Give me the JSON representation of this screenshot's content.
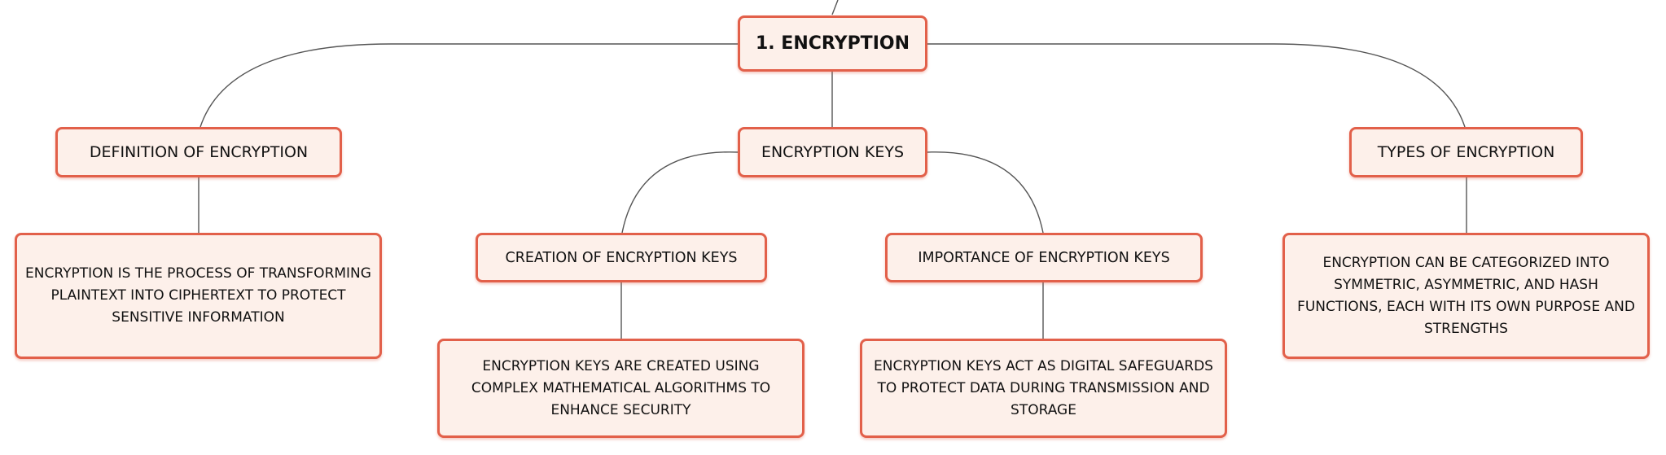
{
  "diagram": {
    "root": {
      "label": "1. ENCRYPTION"
    },
    "branches": [
      {
        "label": "DEFINITION OF ENCRYPTION",
        "detail": "ENCRYPTION IS THE PROCESS OF TRANSFORMING PLAINTEXT INTO CIPHERTEXT TO PROTECT SENSITIVE INFORMATION"
      },
      {
        "label": "ENCRYPTION KEYS",
        "children": [
          {
            "label": "CREATION OF ENCRYPTION KEYS",
            "detail": "ENCRYPTION KEYS ARE CREATED USING COMPLEX MATHEMATICAL ALGORITHMS TO ENHANCE SECURITY"
          },
          {
            "label": "IMPORTANCE OF ENCRYPTION KEYS",
            "detail": "ENCRYPTION KEYS ACT AS DIGITAL SAFEGUARDS TO PROTECT DATA DURING TRANSMISSION AND STORAGE"
          }
        ]
      },
      {
        "label": "TYPES OF ENCRYPTION",
        "detail": "ENCRYPTION CAN BE CATEGORIZED INTO SYMMETRIC, ASYMMETRIC, AND HASH FUNCTIONS, EACH WITH ITS OWN PURPOSE AND STRENGTHS"
      }
    ]
  },
  "colors": {
    "node_border": "#e2604a",
    "node_fill": "#fdf0ea",
    "connector": "#555555"
  }
}
